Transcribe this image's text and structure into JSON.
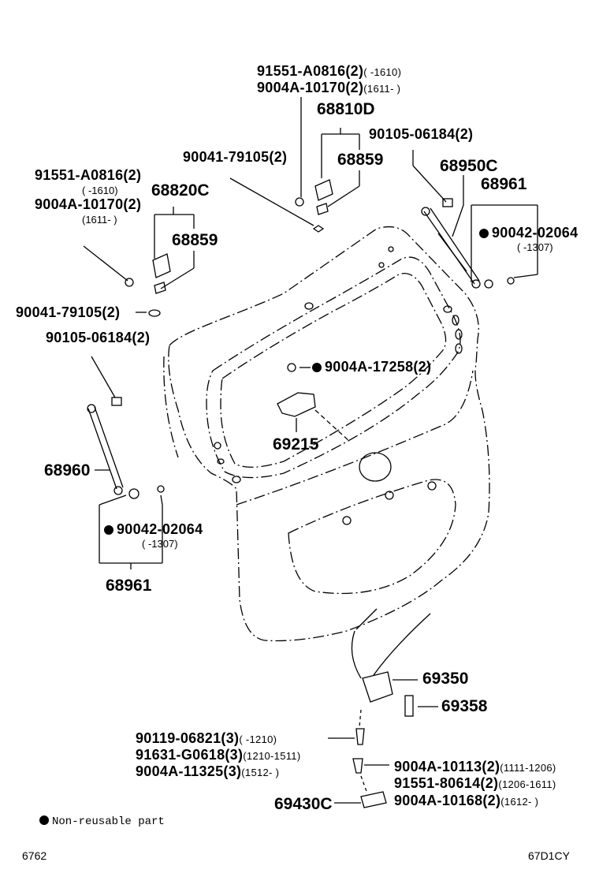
{
  "parts": {
    "p1a": "91551-A0816(2)",
    "p1a_range": "(     -1610)",
    "p1b": "9004A-10170(2)",
    "p1b_range": "(1611-     )",
    "p2": "68810D",
    "p3": "90105-06184(2)",
    "p4": "90041-79105(2)",
    "p5": "68859",
    "p6": "68950C",
    "p7": "68961",
    "p8": "90042-02064",
    "p8_range": "(     -1307)",
    "p9a": "91551-A0816(2)",
    "p9a_range": "(     -1610)",
    "p9b": "9004A-10170(2)",
    "p9b_range": "(1611-     )",
    "p10": "68820C",
    "p11": "68859",
    "p12": "90041-79105(2)",
    "p13": "90105-06184(2)",
    "p14": "9004A-17258(2)",
    "p15": "69215",
    "p16": "68960",
    "p17": "90042-02064",
    "p17_range": "(     -1307)",
    "p18": "68961",
    "p19": "69350",
    "p20": "69358",
    "p21a": "90119-06821(3)",
    "p21a_range": "(     -1210)",
    "p21b": "91631-G0618(3)",
    "p21b_range": "(1210-1511)",
    "p21c": "9004A-11325(3)",
    "p21c_range": "(1512-     )",
    "p22a": "9004A-10113(2)",
    "p22a_range": "(1111-1206)",
    "p22b": "91551-80614(2)",
    "p22b_range": "(1206-1611)",
    "p22c": "9004A-10168(2)",
    "p22c_range": "(1612-     )",
    "p23": "69430C"
  },
  "legend": {
    "text": "Non-reusable part"
  },
  "footer": {
    "left_code": "6762",
    "right_code": "67D1CY"
  }
}
